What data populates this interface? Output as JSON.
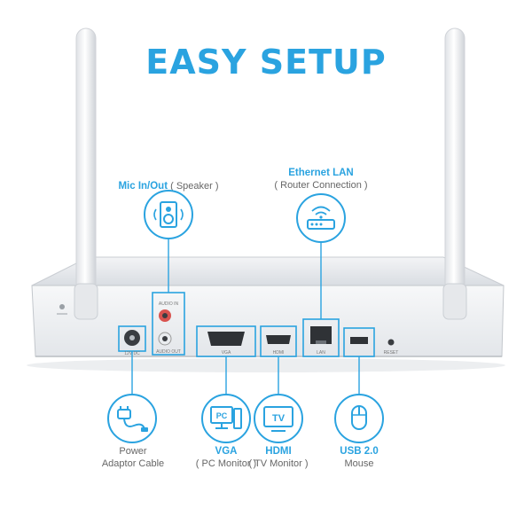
{
  "header": {
    "title": "EASY SETUP"
  },
  "device": {
    "port_labels": {
      "power": "12V DC",
      "audio_in": "AUDIO IN",
      "audio_out": "AUDIO OUT",
      "vga": "VGA",
      "hdmi": "HDMI",
      "lan": "LAN",
      "reset": "RESET"
    }
  },
  "callouts": {
    "mic": {
      "title": "Mic In/Out",
      "subtitle": "( Speaker )",
      "icon": "speaker-icon"
    },
    "ethernet": {
      "title": "Ethernet LAN",
      "subtitle": "( Router Connection )",
      "icon": "router-icon"
    },
    "power": {
      "line1": "Power",
      "line2": "Adaptor Cable",
      "icon": "power-cable-icon"
    },
    "vga": {
      "title": "VGA",
      "subtitle": "( PC Monitor )",
      "icon": "pc-monitor-icon",
      "icon_text": "PC"
    },
    "hdmi": {
      "title": "HDMI",
      "subtitle": "( TV Monitor )",
      "icon": "tv-icon",
      "icon_text": "TV"
    },
    "usb": {
      "title": "USB 2.0",
      "subtitle": "Mouse",
      "icon": "mouse-icon"
    }
  },
  "colors": {
    "accent": "#2aa3e0",
    "device_body": "#e9ecef",
    "device_panel": "#f4f5f7"
  }
}
